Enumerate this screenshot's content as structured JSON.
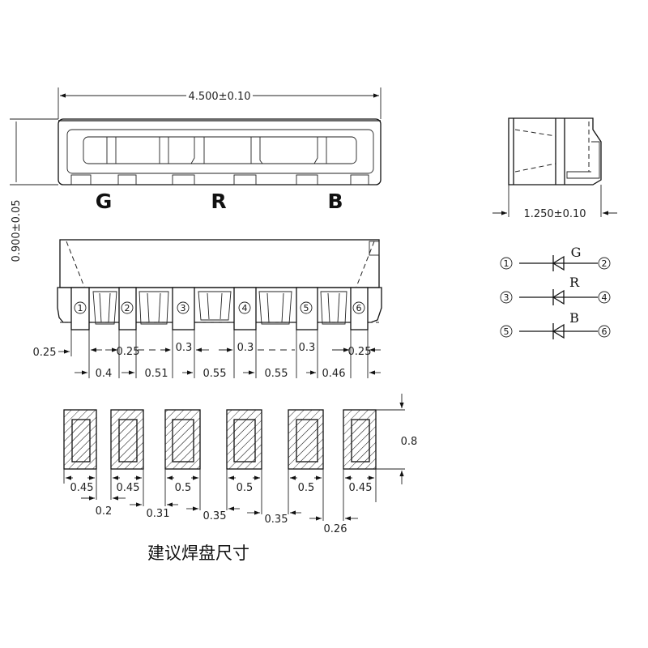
{
  "top_view": {
    "width_dim": "4.500±0.10",
    "height_dim": "0.900±0.05",
    "labels": [
      "G",
      "R",
      "B"
    ]
  },
  "side_view": {
    "depth_dim": "1.250±0.10"
  },
  "bottom_view": {
    "pins": [
      "1",
      "2",
      "3",
      "4",
      "5",
      "6"
    ],
    "row1": [
      "0.25",
      "0.25",
      "0.3",
      "0.3",
      "0.3",
      "0.25"
    ],
    "row2": [
      "0.4",
      "0.51",
      "0.55",
      "0.55",
      "0.46"
    ]
  },
  "schematic": {
    "rows": [
      {
        "left": "1",
        "right": "2",
        "color": "G"
      },
      {
        "left": "3",
        "right": "4",
        "color": "R"
      },
      {
        "left": "5",
        "right": "6",
        "color": "B"
      }
    ]
  },
  "pads": {
    "widths": [
      "0.45",
      "0.45",
      "0.5",
      "0.5",
      "0.5",
      "0.45"
    ],
    "gaps": [
      "0.2",
      "0.31",
      "0.35",
      "0.35",
      "0.26"
    ],
    "height": "0.8",
    "title": "建议焊盘尺寸"
  }
}
